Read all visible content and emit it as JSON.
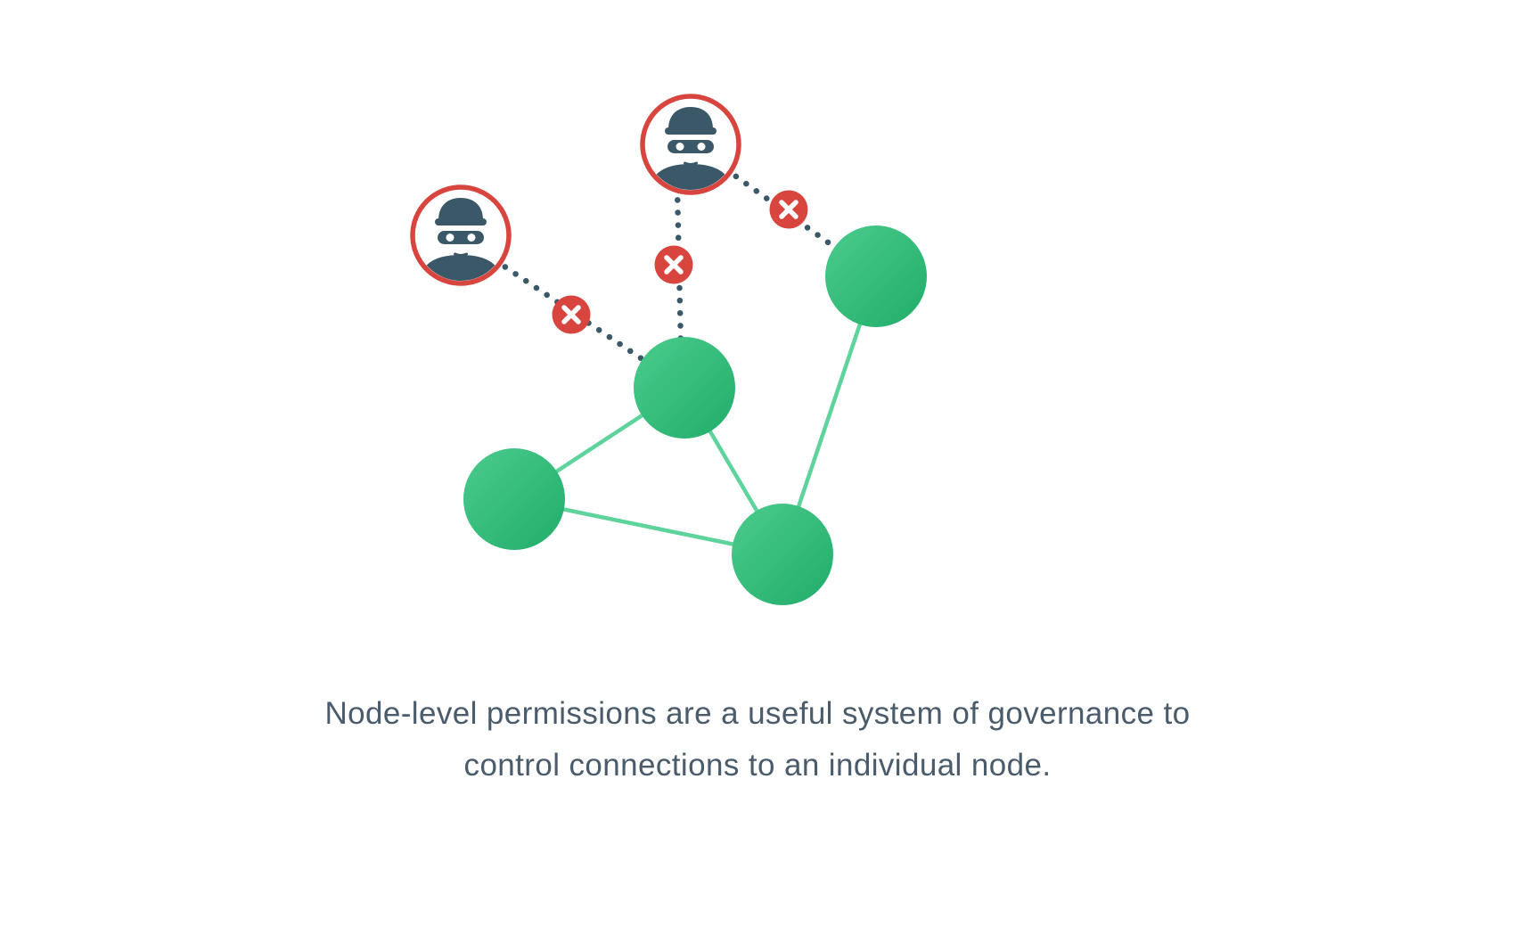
{
  "caption": {
    "line1": "Node-level permissions are a useful system of governance to",
    "line2": "control connections to an individual node.",
    "color": "#4a5b6c"
  },
  "colors": {
    "background": "#ffffff",
    "node_fill_light": "#4bcb8d",
    "node_fill_dark": "#21ad69",
    "edge_green": "#5ed39c",
    "blocked_red": "#d7453e",
    "intruder_navy": "#3b5869",
    "white": "#ffffff"
  },
  "diagram": {
    "nodes": [
      "node-top-right",
      "node-center",
      "node-left",
      "node-bottom"
    ],
    "edges": [
      [
        "node-left",
        "node-center"
      ],
      [
        "node-center",
        "node-bottom"
      ],
      [
        "node-left",
        "node-bottom"
      ],
      [
        "node-top-right",
        "node-bottom"
      ]
    ],
    "intruders": [
      "intruder-1",
      "intruder-2"
    ],
    "blocked_connections": [
      {
        "from": "intruder-1",
        "to": "node-center"
      },
      {
        "from": "intruder-1",
        "to": "node-top-right"
      },
      {
        "from": "intruder-2",
        "to": "node-center"
      }
    ]
  }
}
